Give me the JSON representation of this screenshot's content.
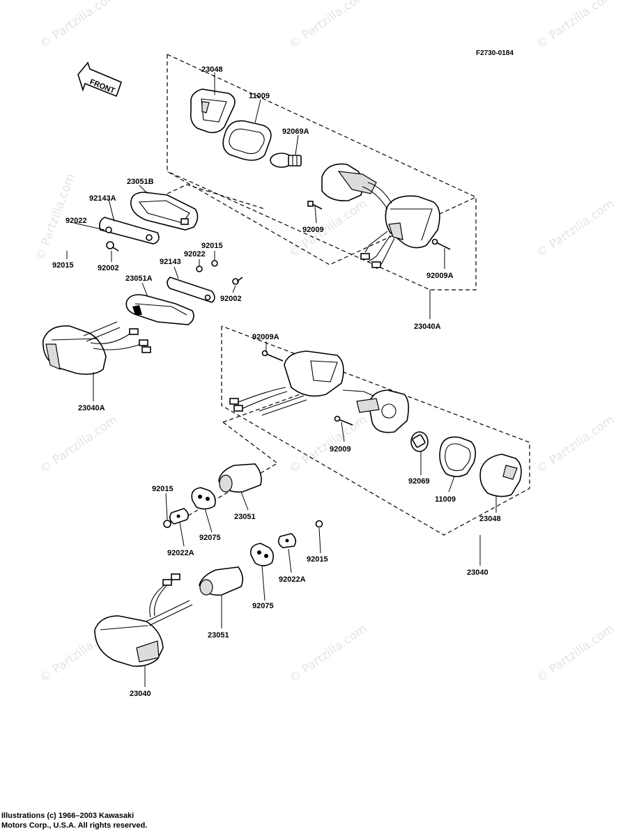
{
  "figure_code": "F2730-0184",
  "front_label": "FRONT",
  "watermark": "© Partzilla.com",
  "copyright": "Illustrations (c) 1966–2003 Kawasaki\nMotors Corp., U.S.A.  All rights reserved.",
  "callouts": [
    {
      "id": "c-23048-top",
      "text": "23048"
    },
    {
      "id": "c-11009-top",
      "text": "11009"
    },
    {
      "id": "c-92069A",
      "text": "92069A"
    },
    {
      "id": "c-23051B",
      "text": "23051B"
    },
    {
      "id": "c-92143A",
      "text": "92143A"
    },
    {
      "id": "c-92022-a",
      "text": "92022"
    },
    {
      "id": "c-92015-a",
      "text": "92015"
    },
    {
      "id": "c-92002-a",
      "text": "92002"
    },
    {
      "id": "c-92009-top",
      "text": "92009"
    },
    {
      "id": "c-92015-b",
      "text": "92015"
    },
    {
      "id": "c-92022-b",
      "text": "92022"
    },
    {
      "id": "c-92143",
      "text": "92143"
    },
    {
      "id": "c-23051A",
      "text": "23051A"
    },
    {
      "id": "c-92002-b",
      "text": "92002"
    },
    {
      "id": "c-92009A-top",
      "text": "92009A"
    },
    {
      "id": "c-23040A-right",
      "text": "23040A"
    },
    {
      "id": "c-23040A-left",
      "text": "23040A"
    },
    {
      "id": "c-92009A-mid",
      "text": "92009A"
    },
    {
      "id": "c-92009-mid",
      "text": "92009"
    },
    {
      "id": "c-92069",
      "text": "92069"
    },
    {
      "id": "c-11009-mid",
      "text": "11009"
    },
    {
      "id": "c-23048-mid",
      "text": "23048"
    },
    {
      "id": "c-92015-c",
      "text": "92015"
    },
    {
      "id": "c-92022A-a",
      "text": "92022A"
    },
    {
      "id": "c-92075-a",
      "text": "92075"
    },
    {
      "id": "c-23051-a",
      "text": "23051"
    },
    {
      "id": "c-23040-right",
      "text": "23040"
    },
    {
      "id": "c-92015-d",
      "text": "92015"
    },
    {
      "id": "c-92022A-b",
      "text": "92022A"
    },
    {
      "id": "c-92075-b",
      "text": "92075"
    },
    {
      "id": "c-23051-b",
      "text": "23051"
    },
    {
      "id": "c-23040-bottom",
      "text": "23040"
    }
  ]
}
